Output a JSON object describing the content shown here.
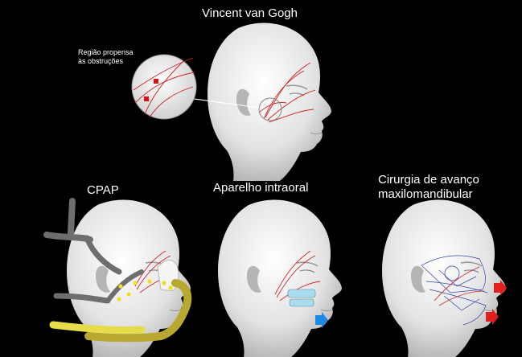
{
  "panels": {
    "main": {
      "title": "Vincent van Gogh",
      "zoom_note": [
        "Região propensa",
        "às obstruções"
      ]
    },
    "cpap": {
      "title": "CPAP"
    },
    "oral": {
      "title": "Aparelho intraoral"
    },
    "surgery": {
      "title": [
        "Cirurgia de avanço",
        "maxilomandibular"
      ]
    }
  },
  "colors": {
    "background": "#000000",
    "head": "#e6e6e6",
    "nerve": "#cc2222",
    "obstruction_marker": "#dd1111",
    "mask_strap": "#6e6e6e",
    "cpap_tube": "#b8a830",
    "cpap_hose": "#e6dc4a",
    "cpap_dots": "#f0e020",
    "oral_device": "#a9dcef",
    "advance_arrow_blue": "#1e88e5",
    "advance_arrow_red": "#e02020",
    "skeleton": "#3344aa"
  },
  "icons": {
    "obstruction_marker": "red-square-marker-icon",
    "advance_arrow": "right-arrow-icon"
  }
}
